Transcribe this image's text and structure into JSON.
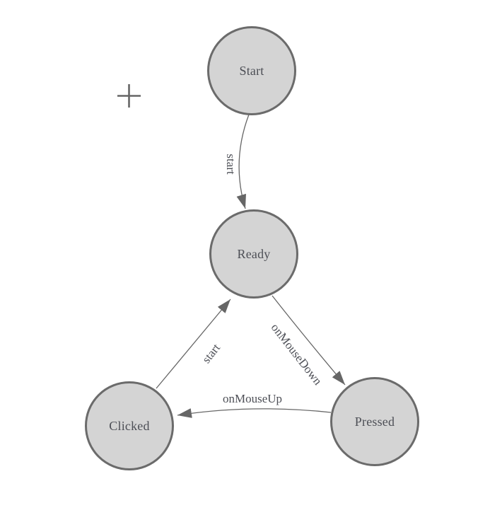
{
  "diagram": {
    "colors": {
      "canvas_bg": "#ffffff",
      "node_fill": "#d4d4d4",
      "node_border": "#6b6b6b",
      "edge": "#666666",
      "text": "#4d4f56"
    },
    "nodes": [
      {
        "id": "start",
        "label": "Start"
      },
      {
        "id": "ready",
        "label": "Ready"
      },
      {
        "id": "clicked",
        "label": "Clicked"
      },
      {
        "id": "pressed",
        "label": "Pressed"
      }
    ],
    "edges": [
      {
        "from": "start",
        "to": "ready",
        "label": "start"
      },
      {
        "from": "ready",
        "to": "pressed",
        "label": "onMouseDown"
      },
      {
        "from": "pressed",
        "to": "clicked",
        "label": "onMouseUp"
      },
      {
        "from": "clicked",
        "to": "ready",
        "label": "start"
      }
    ],
    "cursor": {
      "icon": "plus-crosshair"
    }
  }
}
